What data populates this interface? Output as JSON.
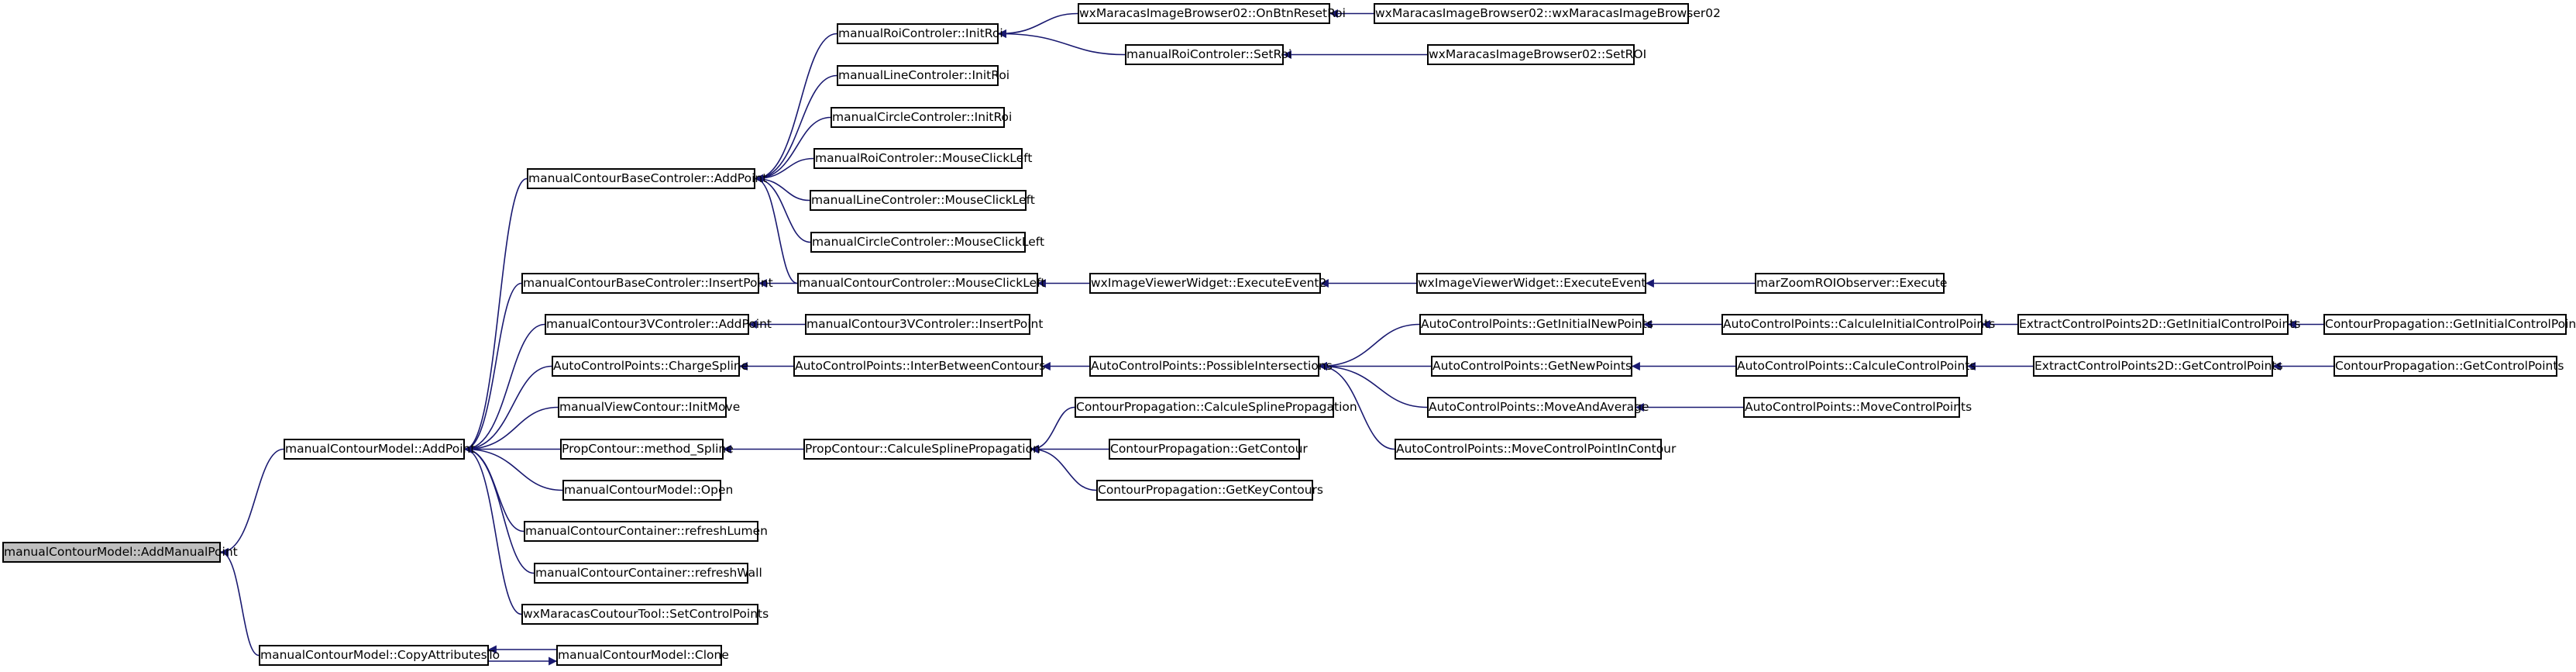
{
  "graph": {
    "colors": {
      "edge": "#191970",
      "node_border": "#000000",
      "node_fill": "#ffffff",
      "root_fill": "#bfbfbf"
    },
    "nodes": [
      {
        "id": "n01",
        "label": "manualContourModel::AddManualPoint",
        "root": true
      },
      {
        "id": "n02",
        "label": "manualContourModel::AddPoint"
      },
      {
        "id": "n03",
        "label": "manualContourModel::CopyAttributesTo"
      },
      {
        "id": "n04",
        "label": "manualContourModel::Clone"
      },
      {
        "id": "n05",
        "label": "manualContourBaseControler::AddPoint"
      },
      {
        "id": "n06",
        "label": "manualContourBaseControler::InsertPoint"
      },
      {
        "id": "n07",
        "label": "manualContour3VControler::AddPoint"
      },
      {
        "id": "n08",
        "label": "AutoControlPoints::ChargeSpline"
      },
      {
        "id": "n09",
        "label": "manualViewContour::InitMove"
      },
      {
        "id": "n10",
        "label": "PropContour::method_Spline"
      },
      {
        "id": "n11",
        "label": "manualContourModel::Open"
      },
      {
        "id": "n12",
        "label": "manualContourContainer::refreshLumen"
      },
      {
        "id": "n13",
        "label": "manualContourContainer::refreshWall"
      },
      {
        "id": "n14",
        "label": "wxMaracasCoutourTool::SetControlPoints"
      },
      {
        "id": "n15",
        "label": "manualRoiControler::InitRoi"
      },
      {
        "id": "n16",
        "label": "manualLineControler::InitRoi"
      },
      {
        "id": "n17",
        "label": "manualCircleControler::InitRoi"
      },
      {
        "id": "n18",
        "label": "manualRoiControler::MouseClickLeft"
      },
      {
        "id": "n19",
        "label": "manualLineControler::MouseClickLeft"
      },
      {
        "id": "n20",
        "label": "manualCircleControler::MouseClickLeft"
      },
      {
        "id": "n21",
        "label": "manualContourControler::MouseClickLeft"
      },
      {
        "id": "n22",
        "label": "manualContour3VControler::InsertPoint"
      },
      {
        "id": "n23",
        "label": "AutoControlPoints::InterBetweenContours"
      },
      {
        "id": "n24",
        "label": "PropContour::CalculeSplinePropagation"
      },
      {
        "id": "n25",
        "label": "wxMaracasImageBrowser02::OnBtnResetRoi"
      },
      {
        "id": "n26",
        "label": "manualRoiControler::SetRoi"
      },
      {
        "id": "n27",
        "label": "wxImageViewerWidget::ExecuteEvent2"
      },
      {
        "id": "n28",
        "label": "AutoControlPoints::PossibleIntersections"
      },
      {
        "id": "n29",
        "label": "ContourPropagation::CalculeSplinePropagation"
      },
      {
        "id": "n30",
        "label": "ContourPropagation::GetContour"
      },
      {
        "id": "n31",
        "label": "ContourPropagation::GetKeyContours"
      },
      {
        "id": "n32",
        "label": "wxMaracasImageBrowser02::wxMaracasImageBrowser02"
      },
      {
        "id": "n33",
        "label": "wxMaracasImageBrowser02::SetROI"
      },
      {
        "id": "n34",
        "label": "wxImageViewerWidget::ExecuteEvent"
      },
      {
        "id": "n35",
        "label": "AutoControlPoints::GetInitialNewPoints"
      },
      {
        "id": "n36",
        "label": "AutoControlPoints::GetNewPoints"
      },
      {
        "id": "n37",
        "label": "AutoControlPoints::MoveAndAverage"
      },
      {
        "id": "n38",
        "label": "AutoControlPoints::MoveControlPointInContour"
      },
      {
        "id": "n39",
        "label": "marZoomROIObserver::Execute"
      },
      {
        "id": "n40",
        "label": "AutoControlPoints::CalculeInitialControlPoints"
      },
      {
        "id": "n41",
        "label": "AutoControlPoints::CalculeControlPoints"
      },
      {
        "id": "n42",
        "label": "AutoControlPoints::MoveControlPoints"
      },
      {
        "id": "n43",
        "label": "ExtractControlPoints2D::GetInitialControlPoints"
      },
      {
        "id": "n44",
        "label": "ExtractControlPoints2D::GetControlPoints"
      },
      {
        "id": "n45",
        "label": "ContourPropagation::GetInitialControlPoints"
      },
      {
        "id": "n46",
        "label": "ContourPropagation::GetControlPoints"
      }
    ],
    "edges": [
      [
        "n02",
        "n01"
      ],
      [
        "n03",
        "n01"
      ],
      [
        "n04",
        "n03"
      ],
      [
        "n03",
        "n04"
      ],
      [
        "n05",
        "n02"
      ],
      [
        "n06",
        "n02"
      ],
      [
        "n07",
        "n02"
      ],
      [
        "n08",
        "n02"
      ],
      [
        "n09",
        "n02"
      ],
      [
        "n10",
        "n02"
      ],
      [
        "n11",
        "n02"
      ],
      [
        "n12",
        "n02"
      ],
      [
        "n13",
        "n02"
      ],
      [
        "n14",
        "n02"
      ],
      [
        "n15",
        "n05"
      ],
      [
        "n16",
        "n05"
      ],
      [
        "n17",
        "n05"
      ],
      [
        "n18",
        "n05"
      ],
      [
        "n19",
        "n05"
      ],
      [
        "n20",
        "n05"
      ],
      [
        "n21",
        "n05"
      ],
      [
        "n21",
        "n06"
      ],
      [
        "n22",
        "n07"
      ],
      [
        "n23",
        "n08"
      ],
      [
        "n24",
        "n10"
      ],
      [
        "n25",
        "n15"
      ],
      [
        "n26",
        "n15"
      ],
      [
        "n32",
        "n25"
      ],
      [
        "n33",
        "n26"
      ],
      [
        "n27",
        "n21"
      ],
      [
        "n34",
        "n27"
      ],
      [
        "n39",
        "n34"
      ],
      [
        "n28",
        "n23"
      ],
      [
        "n35",
        "n28"
      ],
      [
        "n36",
        "n28"
      ],
      [
        "n37",
        "n28"
      ],
      [
        "n38",
        "n28"
      ],
      [
        "n40",
        "n35"
      ],
      [
        "n43",
        "n40"
      ],
      [
        "n45",
        "n43"
      ],
      [
        "n41",
        "n36"
      ],
      [
        "n44",
        "n41"
      ],
      [
        "n46",
        "n44"
      ],
      [
        "n42",
        "n37"
      ],
      [
        "n29",
        "n24"
      ],
      [
        "n30",
        "n24"
      ],
      [
        "n31",
        "n24"
      ]
    ]
  }
}
